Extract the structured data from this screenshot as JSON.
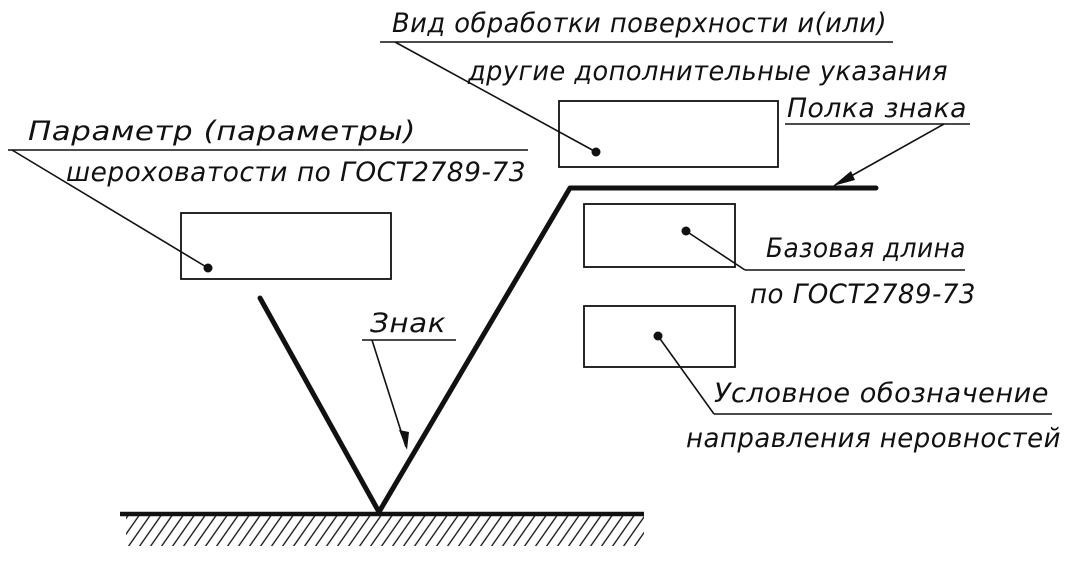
{
  "labels": {
    "surface_treatment_line1": "Вид обработки поверхности и(или)",
    "surface_treatment_line2": "другие дополнительные указания",
    "shelf": "Полка знака",
    "roughness_line1": "Параметр (параметры)",
    "roughness_line2": "шероховатости по ГОСТ2789-73",
    "base_length_line1": "Базовая длина",
    "base_length_line2": "по ГОСТ2789-73",
    "sign": "Знак",
    "lay_direction_line1": "Условное обозначение",
    "lay_direction_line2": "направления неровностей"
  },
  "colors": {
    "ink": "#111111",
    "paper": "#ffffff"
  }
}
